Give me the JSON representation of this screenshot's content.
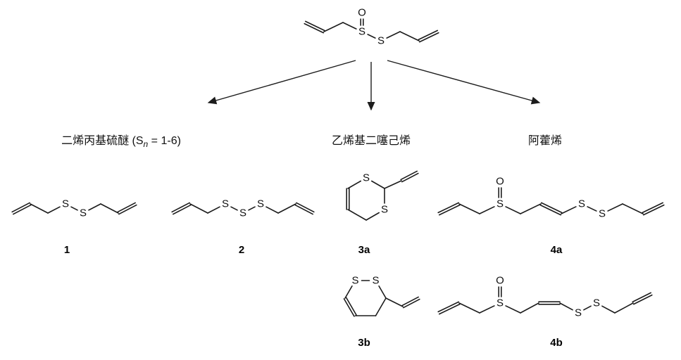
{
  "labels": {
    "category1": {
      "prefix": "二烯丙基硫醚 (S",
      "sub": "n",
      "suffix": " = 1-6)"
    },
    "category2": "乙烯基二噻己烯",
    "category3": "阿藿烯"
  },
  "compounds": {
    "c1": "1",
    "c2": "2",
    "c3a": "3a",
    "c3b": "3b",
    "c4a": "4a",
    "c4b": "4b"
  },
  "molecules": {
    "allicin": {
      "nodes": [
        [
          8,
          24
        ],
        [
          35,
          37
        ],
        [
          62,
          24
        ],
        [
          89,
          37,
          "S"
        ],
        [
          89,
          10,
          "O"
        ],
        [
          116,
          50,
          "S"
        ],
        [
          143,
          37
        ],
        [
          170,
          50
        ],
        [
          197,
          37
        ]
      ],
      "bonds": [
        [
          0,
          1,
          2
        ],
        [
          1,
          2,
          1
        ],
        [
          2,
          3,
          1
        ],
        [
          3,
          4,
          2
        ],
        [
          3,
          5,
          1
        ],
        [
          5,
          6,
          1
        ],
        [
          6,
          7,
          1
        ],
        [
          7,
          8,
          2
        ]
      ]
    },
    "c1": {
      "nodes": [
        [
          8,
          48
        ],
        [
          33,
          35
        ],
        [
          58,
          48
        ],
        [
          83,
          35,
          "S"
        ],
        [
          108,
          48,
          "S"
        ],
        [
          133,
          35
        ],
        [
          158,
          48
        ],
        [
          183,
          35
        ]
      ],
      "bonds": [
        [
          0,
          1,
          2
        ],
        [
          1,
          2,
          1
        ],
        [
          2,
          3,
          1
        ],
        [
          3,
          4,
          1
        ],
        [
          4,
          5,
          1
        ],
        [
          5,
          6,
          1
        ],
        [
          6,
          7,
          2
        ]
      ]
    },
    "c2": {
      "nodes": [
        [
          8,
          48
        ],
        [
          33,
          35
        ],
        [
          58,
          48
        ],
        [
          83,
          35,
          "S"
        ],
        [
          108,
          48,
          "S"
        ],
        [
          133,
          35,
          "S"
        ],
        [
          158,
          48
        ],
        [
          183,
          35
        ],
        [
          208,
          48
        ]
      ],
      "bonds": [
        [
          0,
          1,
          2
        ],
        [
          1,
          2,
          1
        ],
        [
          2,
          3,
          1
        ],
        [
          3,
          4,
          1
        ],
        [
          4,
          5,
          1
        ],
        [
          5,
          6,
          1
        ],
        [
          6,
          7,
          1
        ],
        [
          7,
          8,
          2
        ]
      ]
    },
    "c3a": {
      "nodes": [
        [
          40,
          18,
          "S"
        ],
        [
          66,
          33
        ],
        [
          66,
          63,
          "S"
        ],
        [
          40,
          78
        ],
        [
          14,
          63
        ],
        [
          14,
          33
        ],
        [
          90,
          22
        ],
        [
          113,
          10
        ]
      ],
      "bonds": [
        [
          0,
          1,
          1
        ],
        [
          1,
          2,
          1
        ],
        [
          2,
          3,
          1
        ],
        [
          3,
          4,
          1
        ],
        [
          4,
          5,
          2
        ],
        [
          5,
          0,
          1
        ],
        [
          1,
          6,
          1
        ],
        [
          6,
          7,
          2
        ]
      ]
    },
    "c3b": {
      "nodes": [
        [
          22.5,
          19,
          "S"
        ],
        [
          51.5,
          19,
          "S"
        ],
        [
          66,
          44
        ],
        [
          51.5,
          69
        ],
        [
          22.5,
          69
        ],
        [
          8,
          44
        ],
        [
          90,
          56
        ],
        [
          113,
          44
        ]
      ],
      "bonds": [
        [
          0,
          1,
          1
        ],
        [
          1,
          2,
          1
        ],
        [
          2,
          3,
          1
        ],
        [
          3,
          4,
          1
        ],
        [
          4,
          5,
          2
        ],
        [
          5,
          0,
          1
        ],
        [
          2,
          6,
          1
        ],
        [
          6,
          7,
          2
        ]
      ]
    },
    "c4a": {
      "nodes": [
        [
          8,
          62
        ],
        [
          37,
          48
        ],
        [
          66,
          62
        ],
        [
          95,
          48,
          "S"
        ],
        [
          95,
          16,
          "O"
        ],
        [
          124,
          62
        ],
        [
          153,
          48
        ],
        [
          182,
          62
        ],
        [
          211,
          48,
          "S"
        ],
        [
          240,
          62,
          "S"
        ],
        [
          269,
          48
        ],
        [
          298,
          62
        ],
        [
          327,
          48
        ]
      ],
      "bonds": [
        [
          0,
          1,
          2
        ],
        [
          1,
          2,
          1
        ],
        [
          2,
          3,
          1
        ],
        [
          3,
          4,
          2
        ],
        [
          3,
          5,
          1
        ],
        [
          5,
          6,
          1
        ],
        [
          6,
          7,
          2
        ],
        [
          7,
          8,
          1
        ],
        [
          8,
          9,
          1
        ],
        [
          9,
          10,
          1
        ],
        [
          10,
          11,
          1
        ],
        [
          11,
          12,
          2
        ]
      ]
    },
    "c4b": {
      "nodes": [
        [
          8,
          62
        ],
        [
          37,
          48
        ],
        [
          66,
          62
        ],
        [
          95,
          48,
          "S"
        ],
        [
          95,
          16,
          "O"
        ],
        [
          124,
          62
        ],
        [
          150,
          48
        ],
        [
          180,
          48
        ],
        [
          206,
          62,
          "S"
        ],
        [
          232,
          48,
          "S"
        ],
        [
          258,
          62
        ],
        [
          284,
          48
        ],
        [
          310,
          35
        ]
      ],
      "bonds": [
        [
          0,
          1,
          2
        ],
        [
          1,
          2,
          1
        ],
        [
          2,
          3,
          1
        ],
        [
          3,
          4,
          2
        ],
        [
          3,
          5,
          1
        ],
        [
          5,
          6,
          1
        ],
        [
          6,
          7,
          2
        ],
        [
          7,
          8,
          1
        ],
        [
          8,
          9,
          1
        ],
        [
          9,
          10,
          1
        ],
        [
          10,
          11,
          1
        ],
        [
          11,
          12,
          2
        ]
      ]
    }
  }
}
